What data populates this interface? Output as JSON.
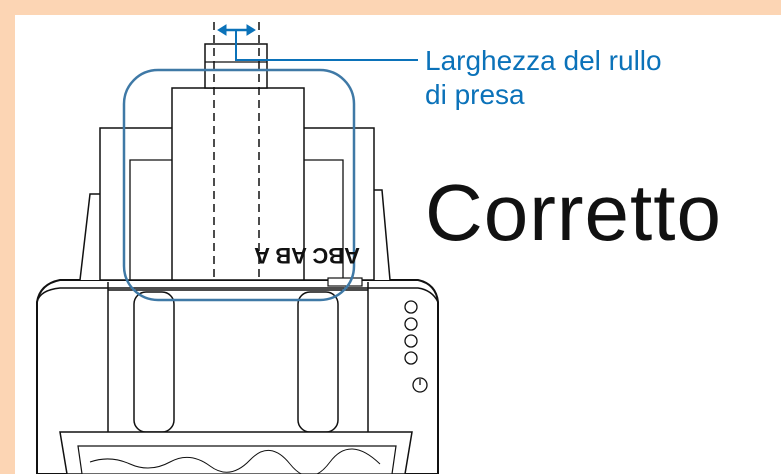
{
  "callout": {
    "line1": "Larghezza del rullo",
    "line2": "di presa"
  },
  "status_label": "Corretto",
  "document_text": "ABC AB A",
  "colors": {
    "background": "#fcd5b4",
    "panel": "#ffffff",
    "accent_blue": "#0b72b9",
    "highlight_outline": "#3f79a6",
    "line": "#111111"
  },
  "icons": [
    "double-arrow-icon",
    "power-icon"
  ]
}
